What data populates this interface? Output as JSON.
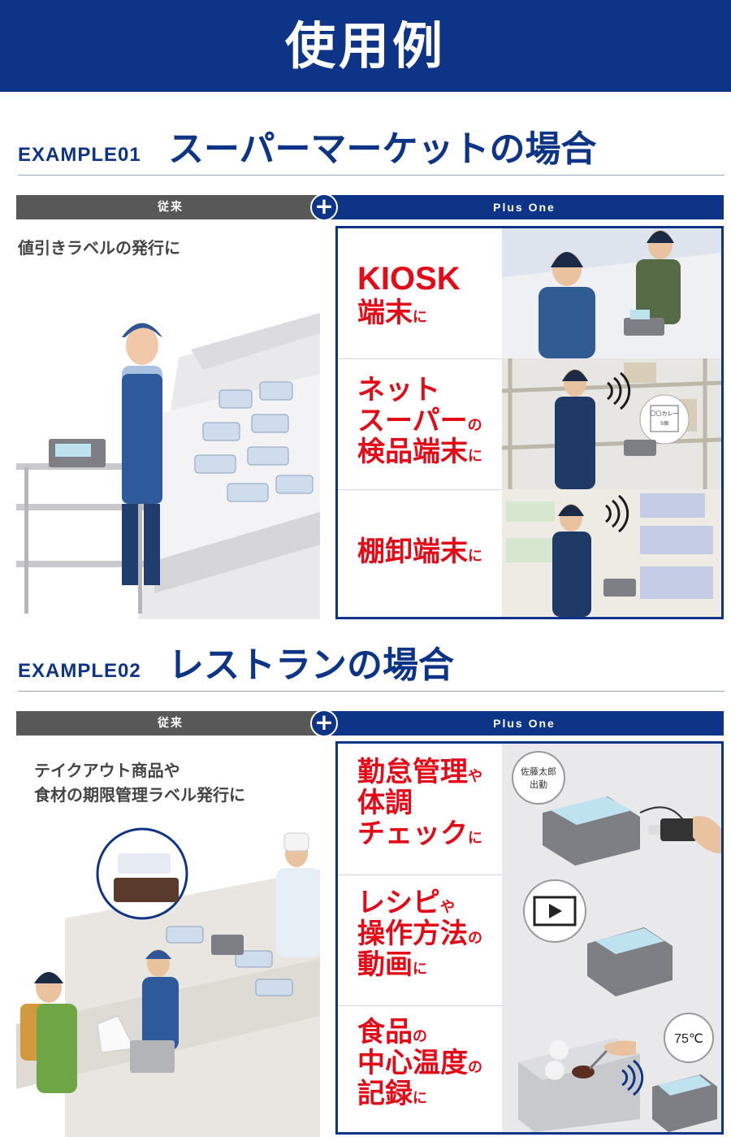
{
  "banner": {
    "title": "使用例"
  },
  "example1": {
    "label": "EXAMPLE01",
    "title": "スーパーマーケットの場合",
    "bar_left": "従来",
    "bar_right": "Plus One",
    "left_text": "値引きラベルの発行に",
    "rows": [
      {
        "line1": "KIOSK",
        "line2": "端末",
        "suffix": "に"
      },
      {
        "line1": "ネット",
        "line2": "スーパー",
        "line2_suffix": "の",
        "line3": "検品端末",
        "suffix": "に",
        "label_text": "〇〇カレー",
        "label_sub": "5個"
      },
      {
        "line1": "棚卸端末",
        "suffix": "に"
      }
    ]
  },
  "example2": {
    "label": "EXAMPLE02",
    "title": "レストランの場合",
    "bar_left": "従来",
    "bar_right": "Plus One",
    "left_text_1": "テイクアウト商品や",
    "left_text_2": "食材の期限管理ラベル発行に",
    "rows": [
      {
        "line1": "勤怠管理",
        "line1_suffix": "や",
        "line2": "体調",
        "line3": "チェック",
        "suffix": "に",
        "bubble_1": "佐藤太郎",
        "bubble_2": "出勤"
      },
      {
        "line1": "レシピ",
        "line1_suffix": "や",
        "line2": "操作方法",
        "line2_suffix": "の",
        "line3": "動画",
        "suffix": "に"
      },
      {
        "line1": "食品",
        "line1_suffix": "の",
        "line2": "中心温度",
        "line2_suffix": "の",
        "line3": "記録",
        "suffix": "に",
        "bubble": "75℃"
      }
    ]
  },
  "icons": [
    "plus-icon",
    "play-icon",
    "nfc-wave-icon"
  ],
  "colors": {
    "navy": "#0e3487",
    "red": "#e30b17",
    "grey": "#585858"
  }
}
